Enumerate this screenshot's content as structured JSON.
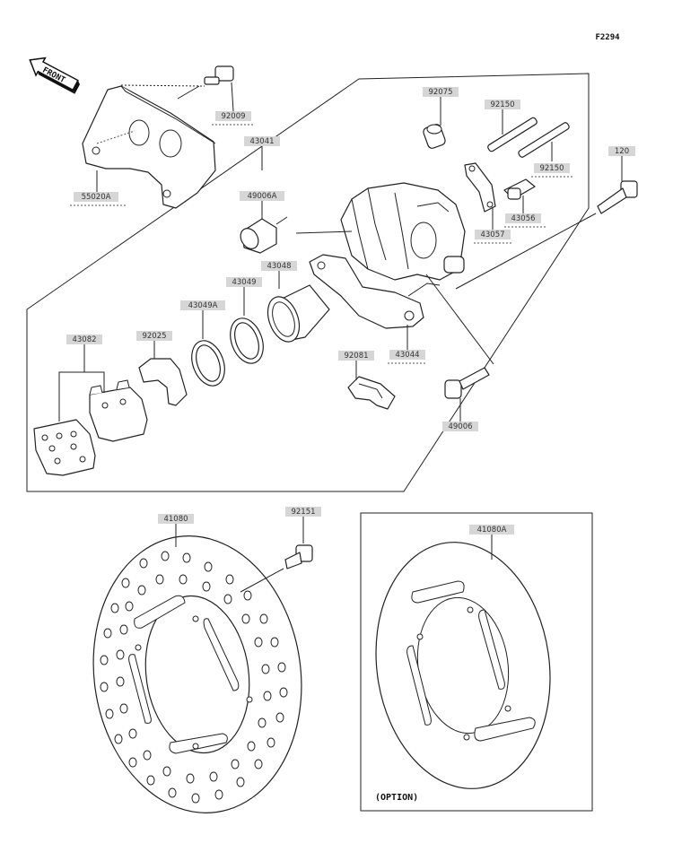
{
  "diagram": {
    "code": "F2294",
    "front_label": "FRONT",
    "option_label": "(OPTION)",
    "parts": {
      "p92009": "92009",
      "p55020A": "55020A",
      "p43041": "43041",
      "p92075": "92075",
      "p92150a": "92150",
      "p92150b": "92150",
      "p120": "120",
      "p49006A": "49006A",
      "p43057": "43057",
      "p43056": "43056",
      "p43048": "43048",
      "p43049": "43049",
      "p43049A": "43049A",
      "p43082": "43082",
      "p92025": "92025",
      "p92081": "92081",
      "p43044": "43044",
      "p49006": "49006",
      "p41080": "41080",
      "p92151": "92151",
      "p41080A": "41080A"
    }
  }
}
